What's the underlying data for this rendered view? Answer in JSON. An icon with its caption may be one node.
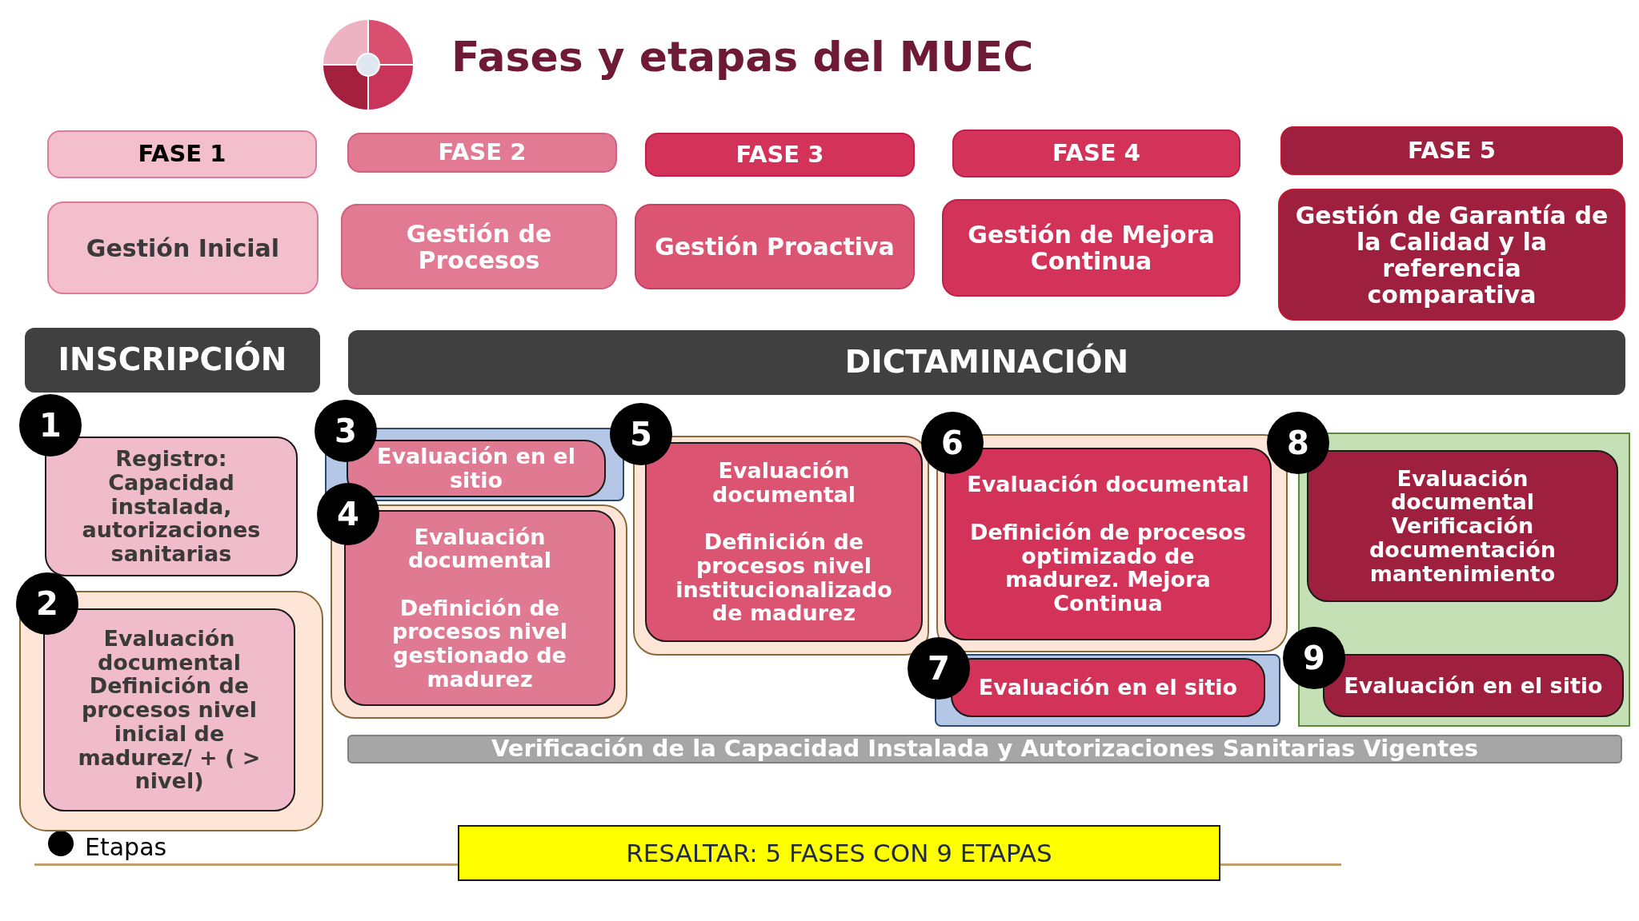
{
  "diagram": {
    "title": "Fases y etapas del MUEC",
    "nodes": [
      {
        "text": [
          "FASE 1"
        ]
      },
      {
        "text": [
          "FASE 2"
        ]
      },
      {
        "text": [
          "FASE 3"
        ]
      },
      {
        "text": [
          "FASE 4"
        ]
      },
      {
        "text": [
          "FASE 5"
        ]
      },
      {
        "text": [
          "Gestión Inicial"
        ]
      },
      {
        "text": [
          "Gestión de Procesos"
        ]
      },
      {
        "text": [
          "Gestión Proactiva"
        ]
      },
      {
        "text": [
          "Gestión de Mejora Continua"
        ]
      },
      {
        "text": [
          "Gestión de Garantía de la Calidad y la referencia comparativa"
        ]
      },
      {
        "text": [
          "INSCRIPCIÓN"
        ]
      },
      {
        "text": [
          "DICTAMINACIÓN"
        ]
      },
      {
        "text": [
          "1"
        ]
      },
      {
        "text": [
          "Registro: Capacidad instalada, autorizaciones sanitarias"
        ]
      },
      {
        "text": [],
        "shape": "box"
      },
      {
        "text": [
          "2"
        ]
      },
      {
        "text": [
          "Evaluación documental",
          "Definición de procesos nivel inicial de madurez/ + ( > nivel)"
        ],
        "in": 14
      },
      {
        "text": [],
        "shape": "box"
      },
      {
        "text": [
          "3"
        ]
      },
      {
        "text": [
          "Evaluación en el sitio"
        ],
        "in": 17
      },
      {
        "text": [],
        "shape": "box"
      },
      {
        "text": [
          "4"
        ]
      },
      {
        "text": [
          "Evaluación documental",
          "Definición de procesos nivel gestionado de madurez"
        ],
        "in": 20
      },
      {
        "text": [],
        "shape": "box"
      },
      {
        "text": [
          "5"
        ]
      },
      {
        "text": [
          "Evaluación documental",
          "Definición de procesos nivel institucionalizado de madurez"
        ],
        "in": 23
      },
      {
        "text": [],
        "shape": "box"
      },
      {
        "text": [
          "6"
        ]
      },
      {
        "text": [
          "Evaluación documental",
          "Definición de procesos optimizado de madurez. Mejora Continua"
        ],
        "in": 26
      },
      {
        "text": [],
        "shape": "box"
      },
      {
        "text": [
          "7"
        ]
      },
      {
        "text": [
          "Evaluación en el sitio"
        ],
        "in": 29
      },
      {
        "text": [],
        "shape": "box"
      },
      {
        "text": [
          "8"
        ]
      },
      {
        "text": [
          "Evaluación documental",
          "Verificación documentación mantenimiento"
        ],
        "in": 32
      },
      {
        "text": [
          "9"
        ]
      },
      {
        "text": [
          "Evaluación en el sitio"
        ],
        "in": 32
      },
      {
        "text": [
          "Verificación de la Capacidad Instalada y Autorizaciones Sanitarias Vigentes"
        ]
      },
      {
        "text": [
          "RESALTAR: 5 FASES CON 9 ETAPAS"
        ]
      }
    ],
    "legend": [
      {
        "text": "Etapas"
      }
    ]
  }
}
